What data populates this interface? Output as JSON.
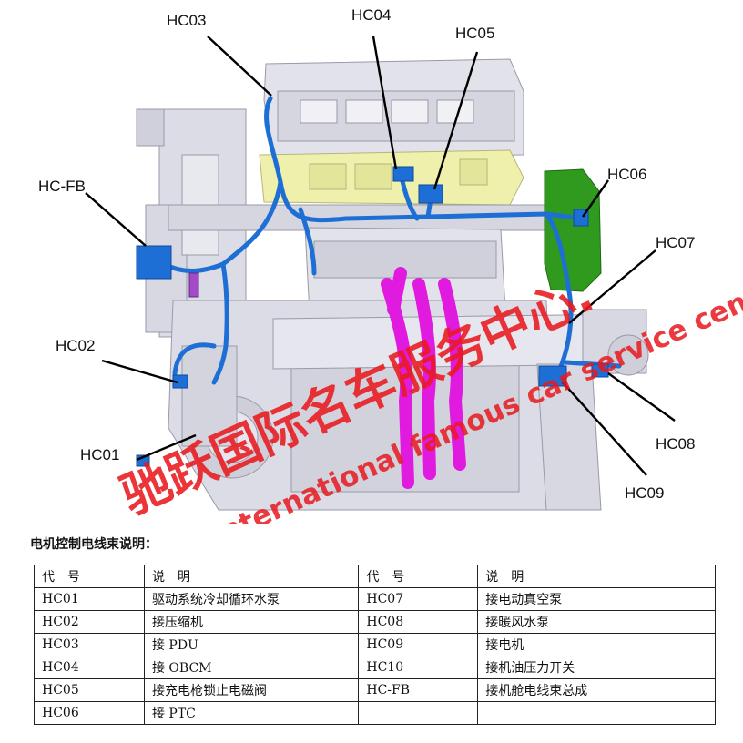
{
  "callouts": {
    "hc01": "HC01",
    "hc02": "HC02",
    "hc03": "HC03",
    "hc04": "HC04",
    "hc05": "HC05",
    "hc06": "HC06",
    "hc07": "HC07",
    "hc08": "HC08",
    "hc09": "HC09",
    "hcfb": "HC-FB"
  },
  "watermark": {
    "chinese": "驰跃国际名车服务中心.",
    "english": "Chiyue international famous car service center"
  },
  "caption": "电机控制电线束说明：",
  "table": {
    "headers": [
      "代号",
      "说明",
      "代号",
      "说明"
    ],
    "rows": [
      [
        "HC01",
        "驱动系统冷却循环水泵",
        "HC07",
        "接电动真空泵"
      ],
      [
        "HC02",
        "接压缩机",
        "HC08",
        "接暖风水泵"
      ],
      [
        "HC03",
        "接 PDU",
        "HC09",
        "接电机"
      ],
      [
        "HC04",
        "接 OBCM",
        "HC10",
        "接机油压力开关"
      ],
      [
        "HC05",
        "接充电枪锁止电磁阀",
        "HC-FB",
        "接机舱电线束总成"
      ],
      [
        "HC06",
        "接 PTC",
        "",
        ""
      ]
    ]
  },
  "colors": {
    "harness": "#1d6fd6",
    "pdu_box": "#eef0ac",
    "ptc_module": "#2f9a1e",
    "coolant_pipes": "#e11ae0",
    "components": "#e2e2ea",
    "watermark": "#e8191e"
  }
}
